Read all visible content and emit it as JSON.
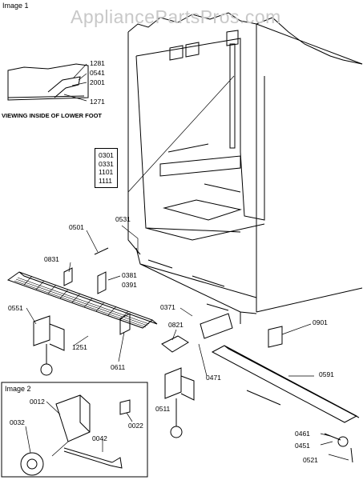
{
  "watermark": "AppliancePartsPros.com",
  "image1_label": "Image 1",
  "image2_label": "Image 2",
  "inset_caption": "VIEWING INSIDE OF LOWER FOOT",
  "inset_parts": [
    "1281",
    "0541",
    "2001",
    "1271"
  ],
  "stack_parts": [
    "0301",
    "0331",
    "1101",
    "1111"
  ],
  "parts": {
    "p0531": "0531",
    "p0501": "0501",
    "p0831": "0831",
    "p0381": "0381",
    "p0391": "0391",
    "p0371": "0371",
    "p0551": "0551",
    "p0821": "0821",
    "p0901": "0901",
    "p1251": "1251",
    "p0611": "0611",
    "p0471": "0471",
    "p0591": "0591",
    "p0012": "0012",
    "p0022": "0022",
    "p0032": "0032",
    "p0042": "0042",
    "p0511": "0511",
    "p0461": "0461",
    "p0451": "0451",
    "p0521": "0521"
  }
}
